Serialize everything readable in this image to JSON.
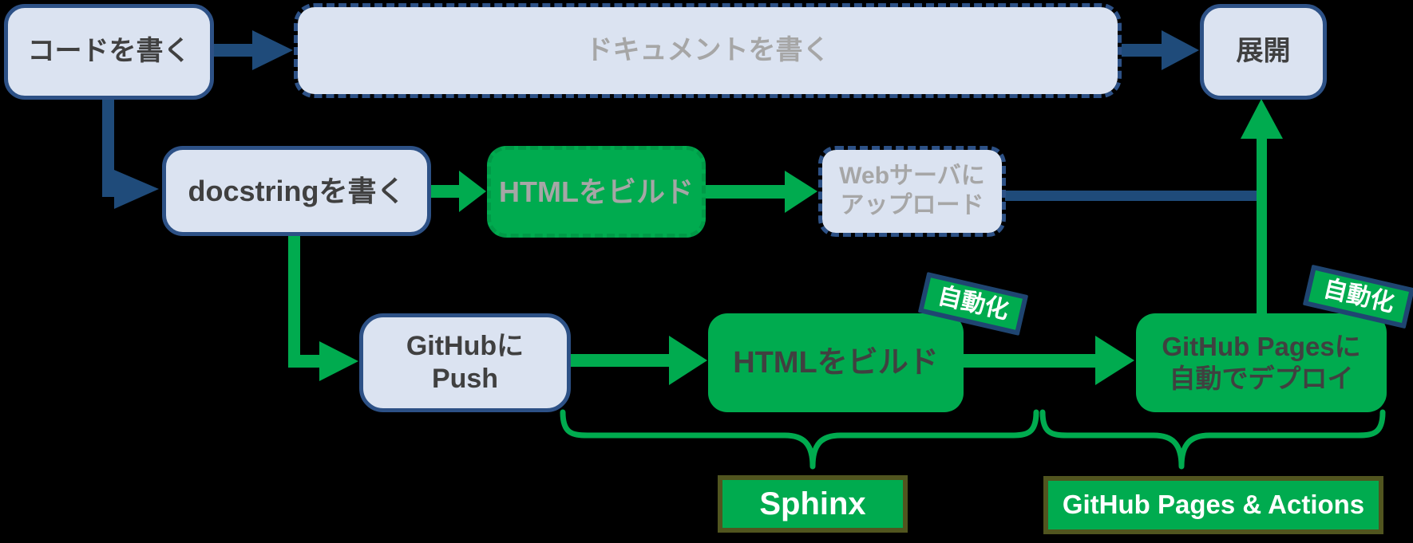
{
  "colors": {
    "background": "#000000",
    "navy": "#1f4b7a",
    "navy_border": "#2d5186",
    "light_blue_fill": "#dbe3f1",
    "green": "#00ab4f",
    "green_dash_border": "#009a47",
    "badge_border": "#1f4571",
    "olive_border": "#51551f",
    "gray_text": "#a6a6a6",
    "dark_text": "#404040",
    "white_text": "#ffffff"
  },
  "nodes": {
    "write_code": {
      "label": "コードを書く"
    },
    "write_document": {
      "label": "ドキュメントを書く"
    },
    "deploy": {
      "label": "展開"
    },
    "write_docstring": {
      "label": "docstringを書く"
    },
    "build_html_manual": {
      "label": "HTMLをビルド"
    },
    "upload_webserver": {
      "label": "Webサーバに\nアップロード"
    },
    "github_push": {
      "label": "GitHubに\nPush"
    },
    "build_html_auto": {
      "label": "HTMLをビルド"
    },
    "gh_pages_deploy": {
      "label": "GitHub Pagesに\n自動でデプロイ"
    },
    "badge_automation_1": {
      "label": "自動化"
    },
    "badge_automation_2": {
      "label": "自動化"
    },
    "label_sphinx": {
      "label": "Sphinx"
    },
    "label_gh_pages_actions": {
      "label": "GitHub Pages & Actions"
    }
  }
}
